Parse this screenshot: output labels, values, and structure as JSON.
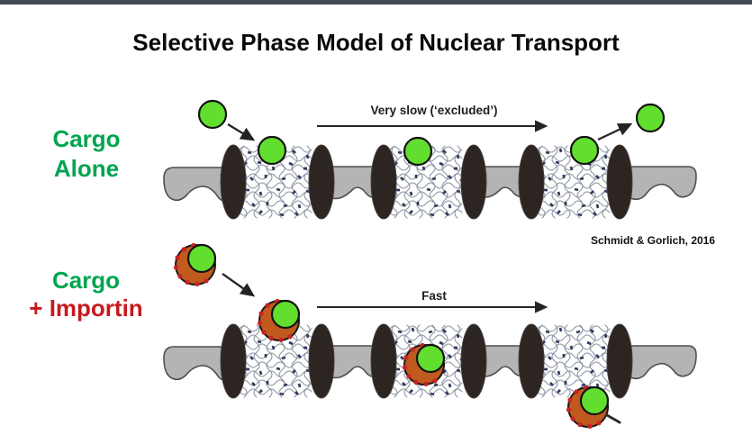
{
  "page": {
    "title": "Selective Phase Model of Nuclear Transport",
    "citation": "Schmidt & Gorlich, 2016"
  },
  "rows": [
    {
      "name": "cargo-alone",
      "label_line1": "Cargo",
      "label_line2": "Alone",
      "arrow_label": "Very slow (‘excluded’)"
    },
    {
      "name": "cargo-plus-importin",
      "label_line1": "Cargo",
      "label_line2": "+ Importin",
      "arrow_label": "Fast"
    }
  ],
  "diagram_elements": {
    "cargo": "green-circle",
    "importin": "orange-crescent-with-red-dots",
    "npc_scaffold": "dark-vertical-ellipse",
    "fg_repeat_mesh": "tangled-filament-network",
    "nuclear_envelope": "gray-membrane-blob"
  },
  "colors": {
    "top_bar": "#444B56",
    "label_green": "#00A551",
    "label_red": "#C6191E",
    "cargo_green": "#62DF2E",
    "importin_orange": "#C05A1E",
    "membrane_gray": "#B4B4B4",
    "pore_dark": "#2C2521",
    "mesh_tick_navy": "#333A5E"
  }
}
